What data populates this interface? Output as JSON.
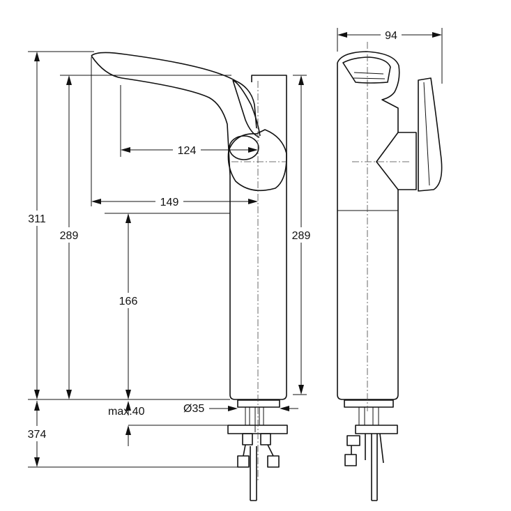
{
  "dimensions": {
    "total_height": "311",
    "body_height_left": "289",
    "body_height_right": "289",
    "spout_clearance": "166",
    "reach_handle_axis": "124",
    "reach_body_axis": "149",
    "side_width": "94",
    "max_deck": "max.40",
    "hole_diameter": "Ø35",
    "below_deck": "374"
  }
}
